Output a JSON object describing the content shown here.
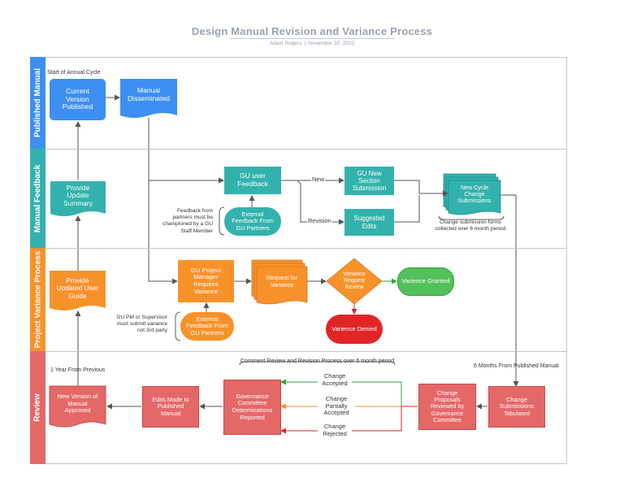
{
  "header": {
    "title": "Design Manual Revision and Variance Process",
    "author": "Adam Rogers",
    "date": "November 30, 2022"
  },
  "lanes": [
    {
      "label": "Published Manual",
      "color": "#3d8ff2"
    },
    {
      "label": "Manual Feedback",
      "color": "#33b2ad"
    },
    {
      "label": "Project Variance Process",
      "color": "#f7922b"
    },
    {
      "label": "Review",
      "color": "#e56868"
    }
  ],
  "nodes": {
    "current_version": "Current Version Published",
    "manual_disseminated": "Manual Disseminated",
    "gu_user_feedback": "GU user Feedback",
    "gu_new_section": "GU New Section Submission",
    "suggested_edits": "Suggested Edits",
    "new_cycle": "New Cycle Change Submissions",
    "external_feedback_partners": "External Feedback From GU Partners",
    "provide_update_summary": "Provide Update Summary",
    "provide_updated_guide": "Provide Updated User Guide",
    "gu_pm_variance": "GU Project Manager Requires Variance",
    "request_variance": "Request for Variance",
    "variance_review": "Variance Request Review",
    "variance_granted": "Varience Granted",
    "variance_denied": "Varience Denied",
    "external_feedback_variance": "External Feedback From GU Partners",
    "new_version_approved": "New Version of Manual Approved",
    "edits_made": "Edits Made to Published Manual",
    "governance_determinations": "Governance Committee Determinations Reported",
    "change_proposals": "Change Proposals Reviewed by Governance Committee",
    "change_submissions": "Change Submissions Tabulated"
  },
  "notes": {
    "start_cycle": "Start of Annual Cycle",
    "feedback_partners": "Feedback from partners must be championed  by a GU Staff Member",
    "change_forms": "Change submission forms collected over 6 month period",
    "pm_supervisor": "GU PM or Supervisor must submit variance not 3rd party",
    "comment_review": "Comment Review and Revision Process over 6 month period",
    "six_months": "6 Months From Published Manual",
    "one_year": "1 Year From Previous"
  },
  "edge_labels": {
    "new": "New",
    "revision": "Revision",
    "change_accepted": "Change Accepted",
    "change_partially": "Change Partially Accepted",
    "change_rejected": "Change Rejected"
  },
  "colors": {
    "green_line": "#2aa63a",
    "orange_line": "#f7922b",
    "red_line": "#d42a2a",
    "gray_line": "#555555"
  }
}
